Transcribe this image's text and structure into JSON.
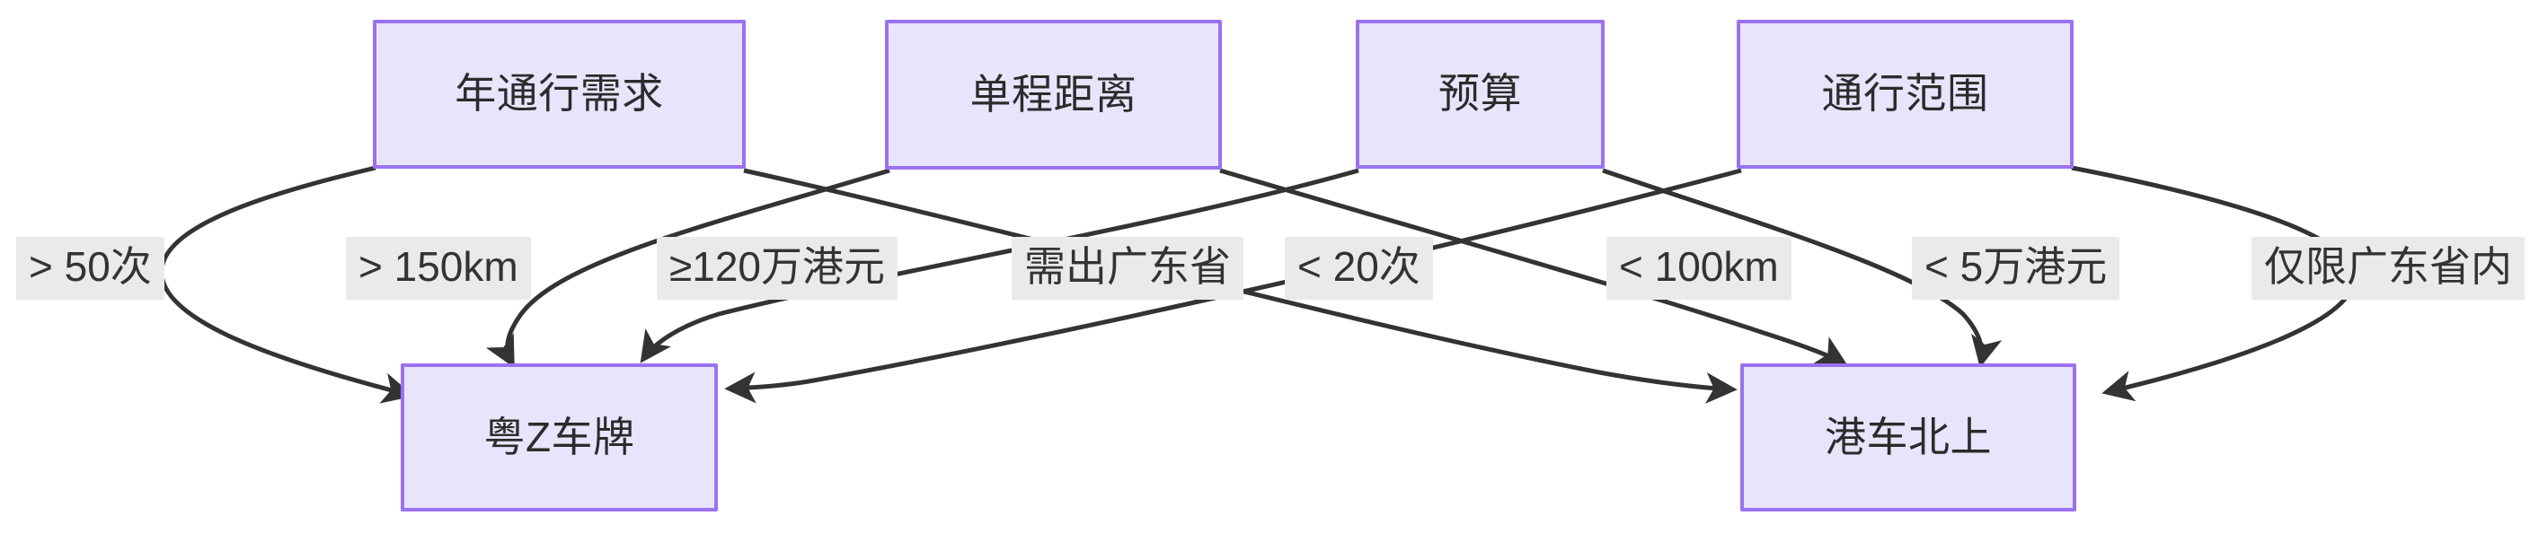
{
  "diagram": {
    "type": "flowchart",
    "title": "",
    "background_color": "#ffffff",
    "node_fill_color": "#e8e4fb",
    "node_border_color": "#9a72f0",
    "edge_color": "#333333",
    "label_background_color": "#eaeaea",
    "label_text_color": "#333333",
    "nodes": [
      {
        "id": "n1",
        "label": "年通行需求",
        "role": "criterion"
      },
      {
        "id": "n2",
        "label": "单程距离",
        "role": "criterion"
      },
      {
        "id": "n3",
        "label": "预算",
        "role": "criterion"
      },
      {
        "id": "n4",
        "label": "通行范围",
        "role": "criterion"
      },
      {
        "id": "t1",
        "label": "粤Z车牌",
        "role": "outcome"
      },
      {
        "id": "t2",
        "label": "港车北上",
        "role": "outcome"
      }
    ],
    "edges": [
      {
        "from": "n1",
        "to": "t1",
        "label": "> 50次"
      },
      {
        "from": "n2",
        "to": "t1",
        "label": "> 150km"
      },
      {
        "from": "n3",
        "to": "t1",
        "label": "≥120万港元"
      },
      {
        "from": "n4",
        "to": "t1",
        "label": "需出广东省"
      },
      {
        "from": "n1",
        "to": "t2",
        "label": "< 20次"
      },
      {
        "from": "n2",
        "to": "t2",
        "label": "< 100km"
      },
      {
        "from": "n3",
        "to": "t2",
        "label": "< 5万港元"
      },
      {
        "from": "n4",
        "to": "t2",
        "label": "仅限广东省内"
      }
    ]
  }
}
